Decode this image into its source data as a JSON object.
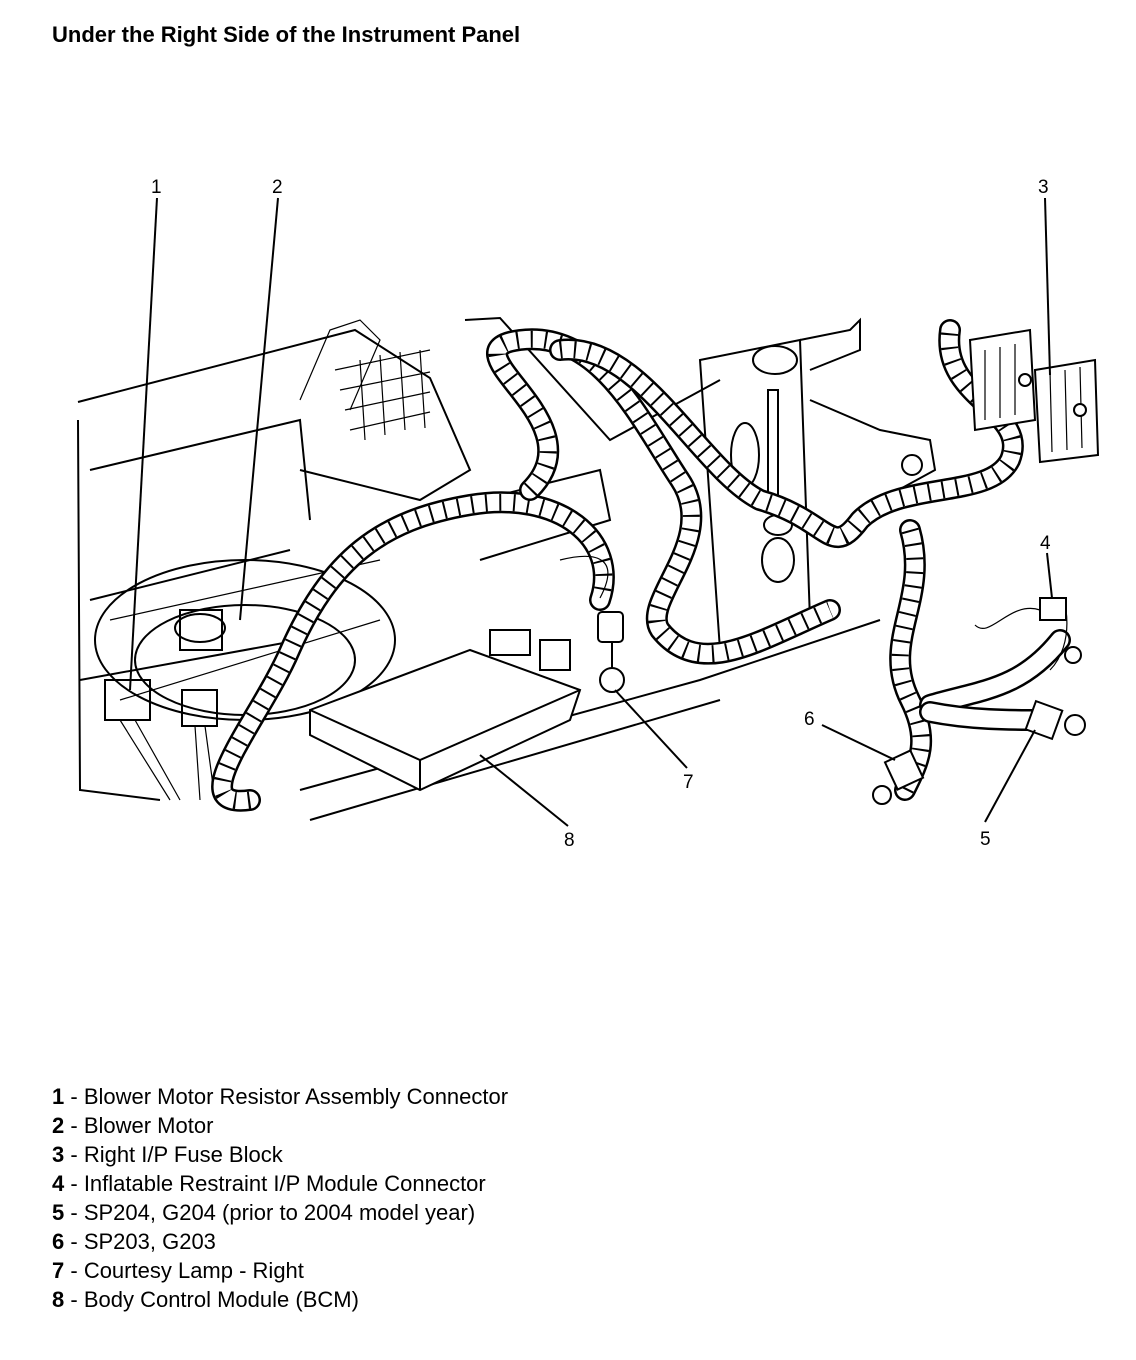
{
  "title": "Under the Right Side of the Instrument Panel",
  "callouts": [
    "1",
    "2",
    "3",
    "4",
    "5",
    "6",
    "7",
    "8"
  ],
  "legend": [
    {
      "num": "1",
      "sep": " - ",
      "text": "Blower Motor Resistor Assembly Connector"
    },
    {
      "num": "2",
      "sep": " - ",
      "text": "Blower Motor"
    },
    {
      "num": "3",
      "sep": " - ",
      "text": "Right I/P Fuse Block"
    },
    {
      "num": "4",
      "sep": " - ",
      "text": "Inflatable Restraint I/P Module Connector"
    },
    {
      "num": "5",
      "sep": " - ",
      "text": "SP204, G204 (prior to 2004 model year)"
    },
    {
      "num": "6",
      "sep": " - ",
      "text": "SP203, G203"
    },
    {
      "num": "7",
      "sep": " - ",
      "text": "Courtesy Lamp - Right"
    },
    {
      "num": "8",
      "sep": " - ",
      "text": "Body Control Module (BCM)"
    }
  ]
}
